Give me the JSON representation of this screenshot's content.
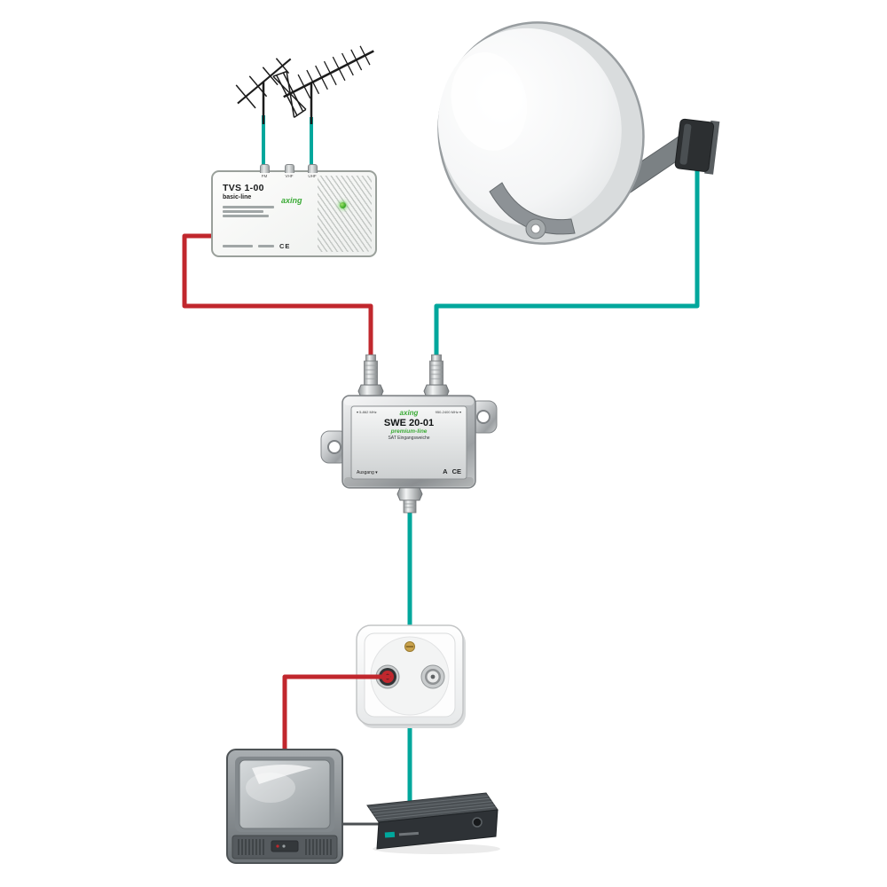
{
  "colors": {
    "sat_cable": "#00a79c",
    "terrestrial_cable": "#c1272d",
    "brand_green": "#3aaa35"
  },
  "amplifier": {
    "brand": "axing",
    "model": "TVS 1-00",
    "series": "basic-line",
    "ce_mark": "CE",
    "ports": [
      "FM",
      "VHF",
      "UHF"
    ]
  },
  "combiner": {
    "brand": "axing",
    "model": "SWE 20-01",
    "series": "premium-line",
    "subtitle": "SAT Eingangsweiche",
    "input_left": "▾ 5-862 MHz",
    "input_right": "950-2400 MHz ▾",
    "output": "Ausgang ▾",
    "class_mark": "A",
    "ce_mark": "CE"
  }
}
